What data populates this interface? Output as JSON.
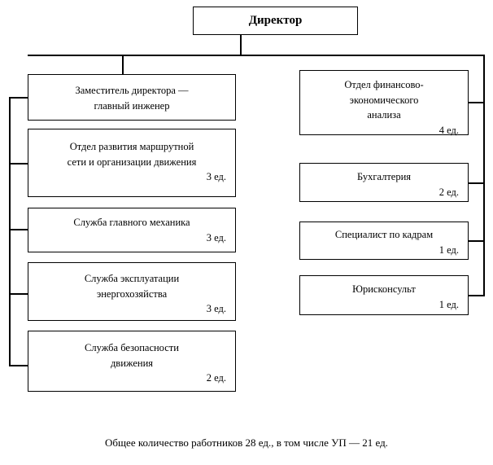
{
  "diagram": {
    "type": "organizational-chart",
    "language": "ru",
    "root": {
      "label": "Директор"
    },
    "left_branch": [
      {
        "title": "Заместитель директора —\nглавный инженер",
        "count": ""
      },
      {
        "title": "Отдел развития маршрутной\nсети и организации движения",
        "count": "3 ед."
      },
      {
        "title": "Служба главного механика",
        "count": "3 ед."
      },
      {
        "title": "Служба эксплуатации\nэнергохозяйства",
        "count": "3 ед."
      },
      {
        "title": "Служба безопасности\nдвижения",
        "count": "2 ед."
      }
    ],
    "right_branch": [
      {
        "title": "Отдел финансово-\nэкономического\nанализа",
        "count": "4 ед."
      },
      {
        "title": "Бухгалтерия",
        "count": "2 ед."
      },
      {
        "title": "Специалист по кадрам",
        "count": "1 ед."
      },
      {
        "title": "Юрисконсульт",
        "count": "1 ед."
      }
    ],
    "footer": "Общее количество работников 28 ед., в том числе УП — 21 ед.",
    "colors": {
      "line": "#000000",
      "box_fill": "#ffffff",
      "text": "#000000"
    }
  }
}
